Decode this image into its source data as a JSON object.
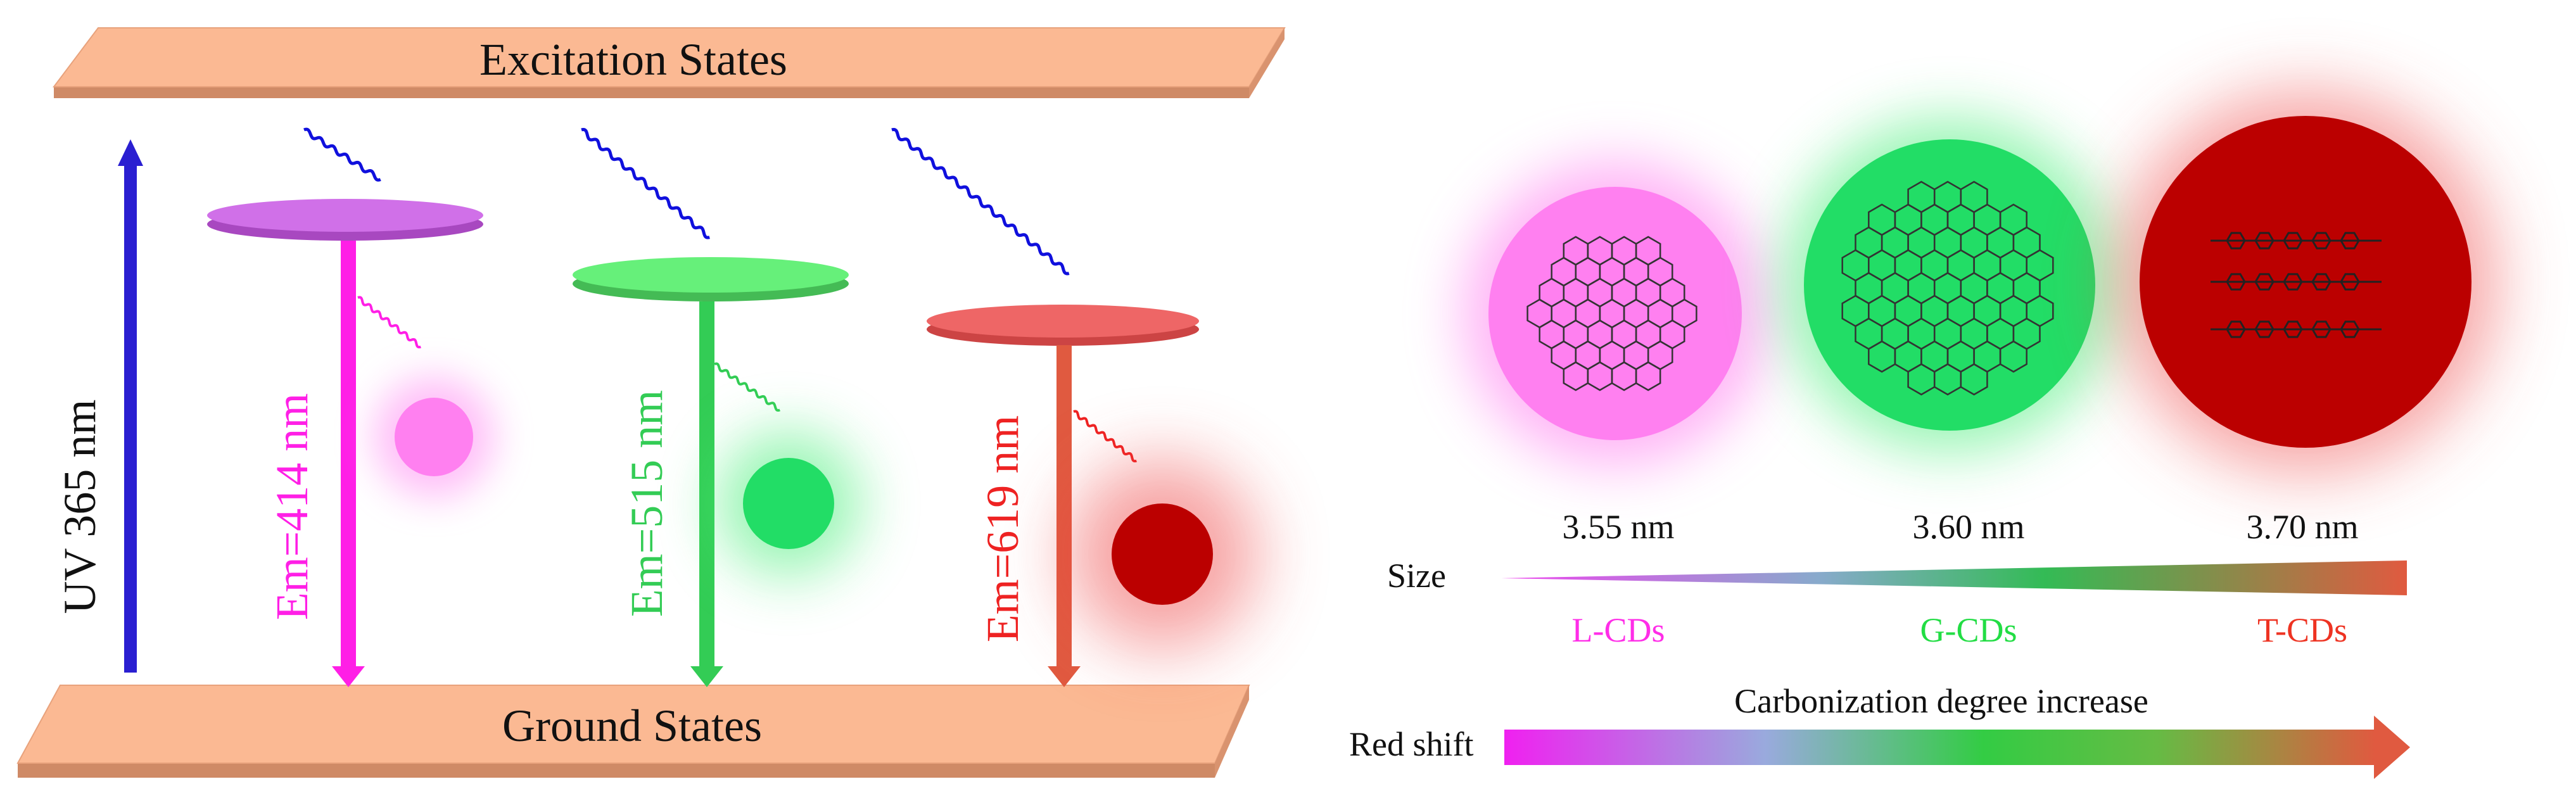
{
  "left_panel": {
    "excitation_label": "Excitation States",
    "ground_label": "Ground States",
    "uv_label": "UV 365 nm",
    "emissions": [
      {
        "label": "Em=414 nm",
        "color": "#ff1fe6"
      },
      {
        "label": "Em=515 nm",
        "color": "#33cc55"
      },
      {
        "label": "Em=619 nm",
        "color": "#ee2222"
      }
    ]
  },
  "right_panel": {
    "dots": [
      {
        "size": "3.55 nm",
        "name": "L-CDs",
        "fill": "#ff7cf2",
        "name_color": "#ff2de8"
      },
      {
        "size": "3.60 nm",
        "name": "G-CDs",
        "fill": "#22dd66",
        "name_color": "#22dd44"
      },
      {
        "size": "3.70 nm",
        "name": "T-CDs",
        "fill": "#bb0000",
        "name_color": "#ee3322"
      }
    ],
    "size_label": "Size",
    "trend_label": "Carbonization degree increase",
    "red_shift_label": "Red shift"
  },
  "colors": {
    "plate": "#fbb993",
    "plate_edge": "#cf8a66",
    "uv_arrow": "#2a1fd1",
    "wave": "#1010dd"
  }
}
